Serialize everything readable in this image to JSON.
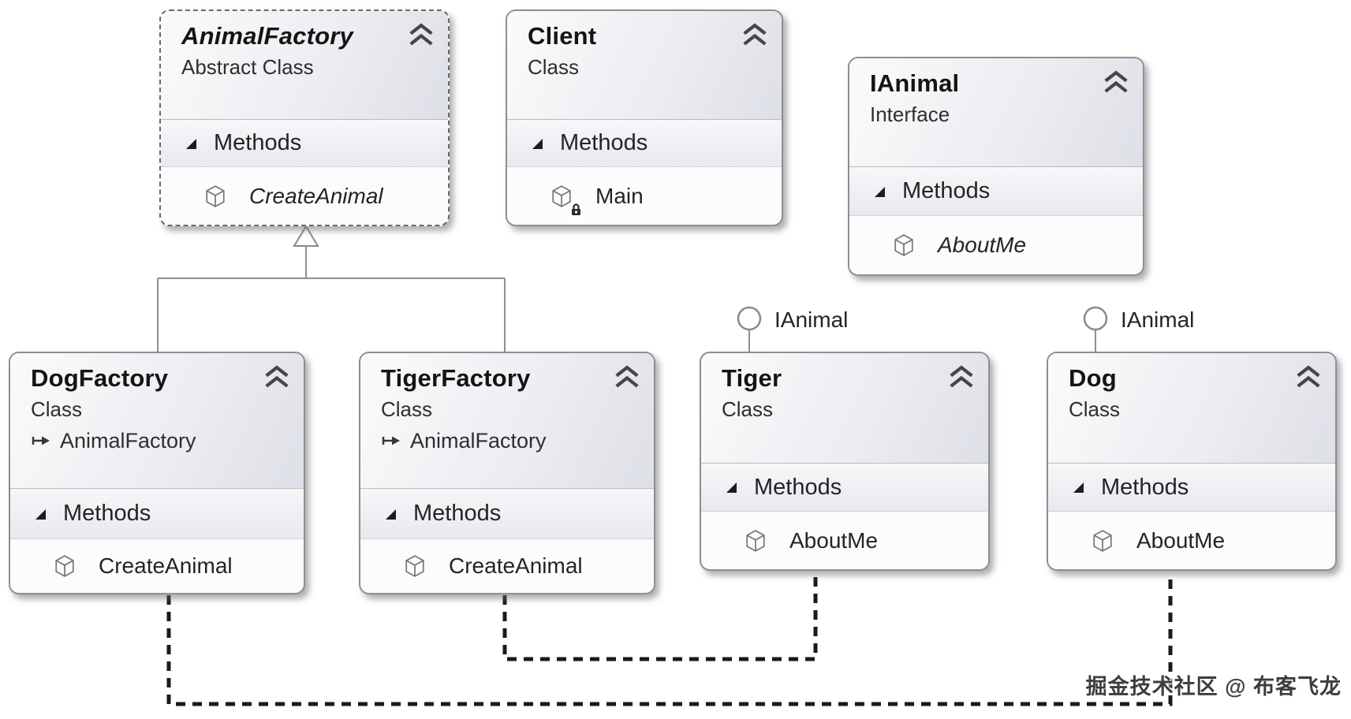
{
  "labels": {
    "methods": "Methods"
  },
  "colors": {
    "box_border": "#8f8f92",
    "connector_line": "#8f8f92",
    "dependency_dash": "#1a1a1a",
    "title_text": "#141414",
    "body_text": "#242426"
  },
  "classes": [
    {
      "title": "AnimalFactory",
      "stereotype": "Abstract Class",
      "methods": [
        {
          "name": "CreateAnimal"
        }
      ]
    },
    {
      "title": "Client",
      "stereotype": "Class",
      "methods": [
        {
          "name": "Main"
        }
      ]
    },
    {
      "title": "IAnimal",
      "stereotype": "Interface",
      "methods": [
        {
          "name": "AboutMe"
        }
      ]
    },
    {
      "title": "DogFactory",
      "stereotype": "Class",
      "base": "AnimalFactory",
      "methods": [
        {
          "name": "CreateAnimal"
        }
      ]
    },
    {
      "title": "TigerFactory",
      "stereotype": "Class",
      "base": "AnimalFactory",
      "methods": [
        {
          "name": "CreateAnimal"
        }
      ]
    },
    {
      "title": "Tiger",
      "stereotype": "Class",
      "lollipop": "IAnimal",
      "methods": [
        {
          "name": "AboutMe"
        }
      ]
    },
    {
      "title": "Dog",
      "stereotype": "Class",
      "lollipop": "IAnimal",
      "methods": [
        {
          "name": "AboutMe"
        }
      ]
    }
  ],
  "watermark": "掘金技术社区 @ 布客飞龙"
}
